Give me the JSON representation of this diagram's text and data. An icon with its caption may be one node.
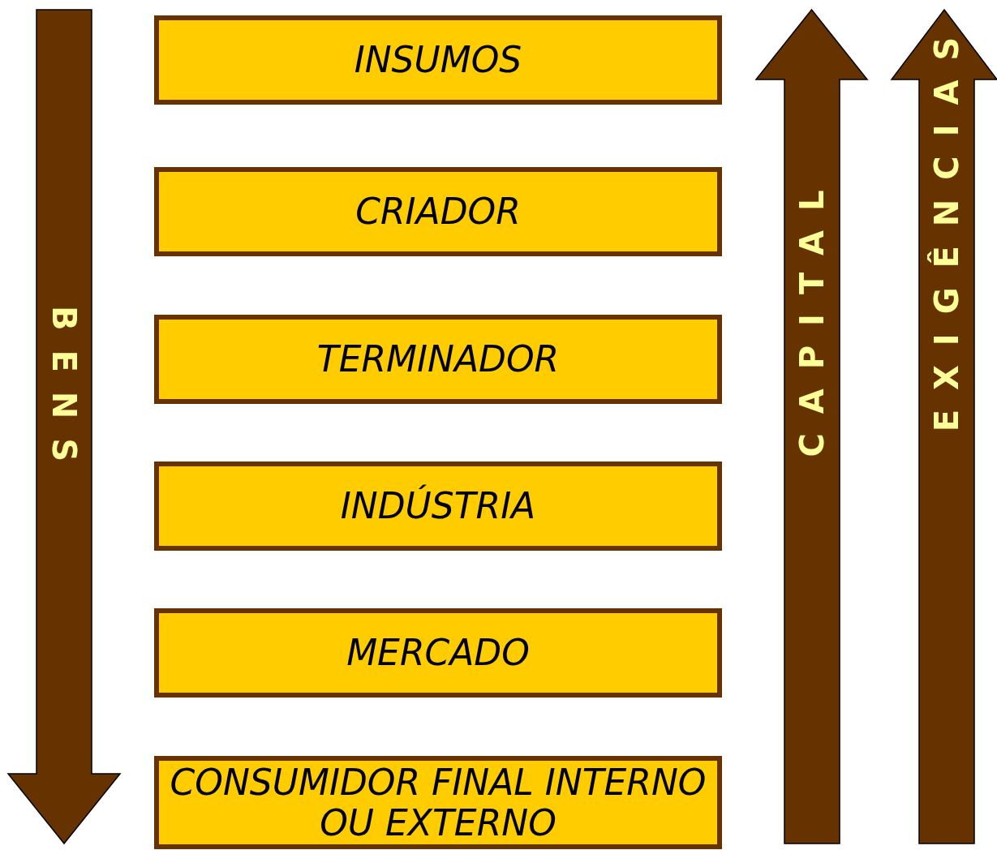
{
  "diagram": {
    "nodes": [
      {
        "text": [
          "BENS"
        ]
      },
      {
        "text": [
          "INSUMOS"
        ]
      },
      {
        "text": [
          "CRIADOR"
        ]
      },
      {
        "text": [
          "TERMINADOR"
        ]
      },
      {
        "text": [
          "INDÚSTRIA"
        ]
      },
      {
        "text": [
          "MERCADO"
        ]
      },
      {
        "text": [
          "CONSUMIDOR FINAL INTERNO OU EXTERNO"
        ]
      },
      {
        "text": [
          "CAPITAL"
        ]
      },
      {
        "text": [
          "EXIGÊNCIAS"
        ]
      }
    ]
  }
}
